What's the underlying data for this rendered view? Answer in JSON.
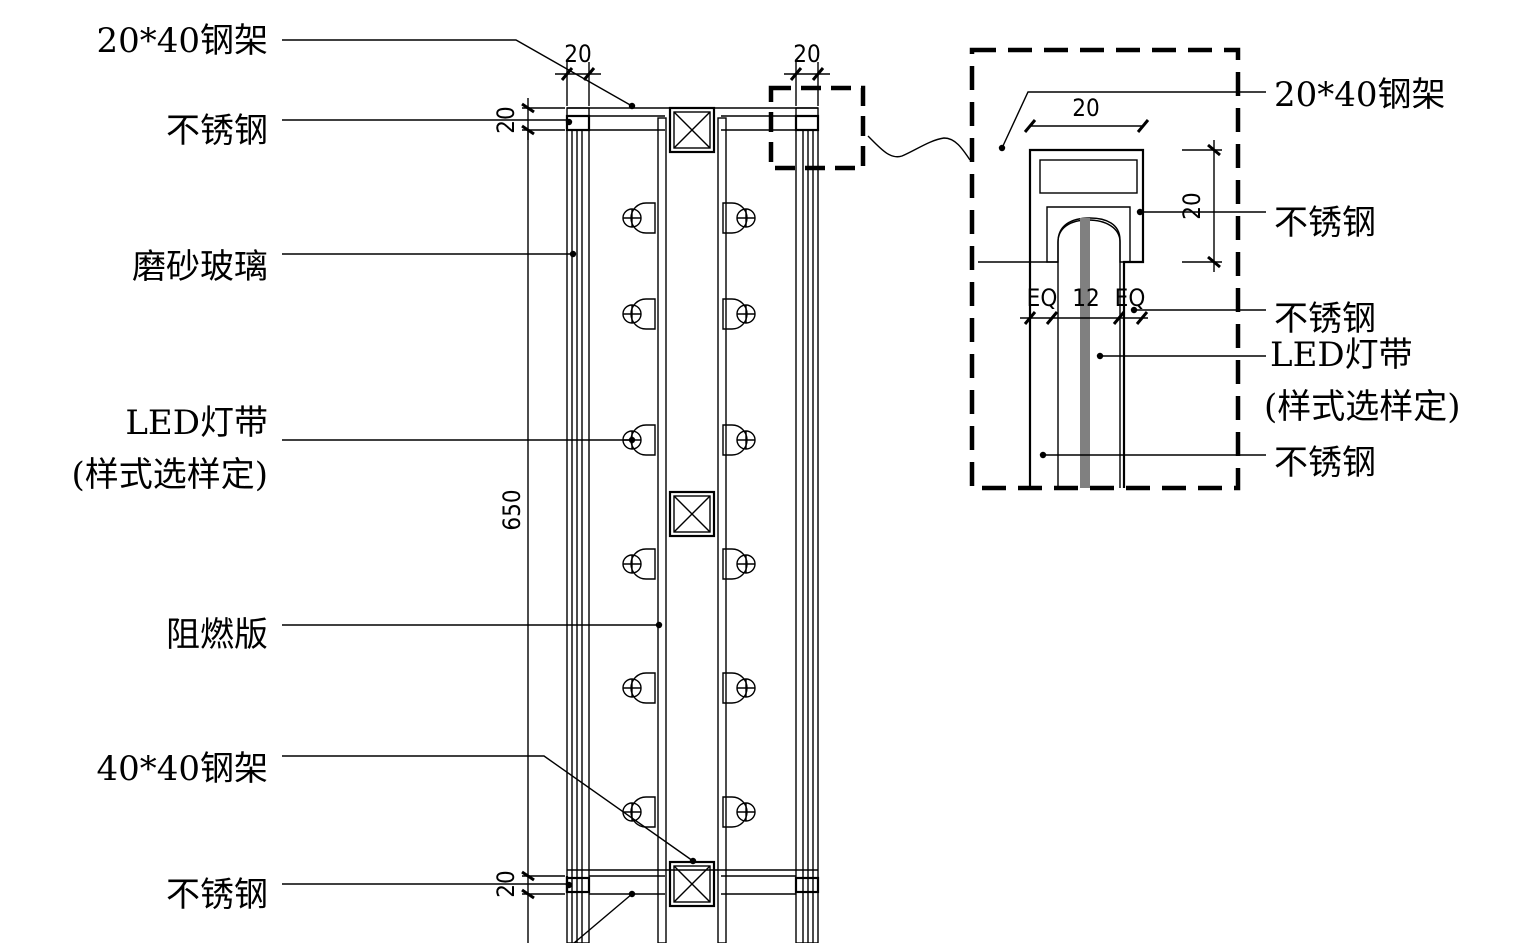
{
  "main_view": {
    "labels": {
      "frame_20x40": "20*40钢架",
      "stainless_top": "不锈钢",
      "frosted_glass": "磨砂玻璃",
      "led_strip": "LED灯带",
      "led_strip_note": "(样式选样定)",
      "fire_board": "阻燃版",
      "frame_40x40": "40*40钢架",
      "stainless_bottom": "不锈钢"
    },
    "dims": {
      "top_left_width": "20",
      "top_right_width": "20",
      "top_height": "20",
      "total_height": "650",
      "bottom_height": "20"
    }
  },
  "detail_view": {
    "labels": {
      "frame_20x40": "20*40钢架",
      "stainless_1": "不锈钢",
      "stainless_2": "不锈钢",
      "led_strip": "LED灯带",
      "led_strip_note": "(样式选样定)",
      "stainless_3": "不锈钢"
    },
    "dims": {
      "width": "20",
      "height": "20",
      "eq_left": "EQ",
      "slot": "12",
      "eq_right": "EQ"
    }
  }
}
